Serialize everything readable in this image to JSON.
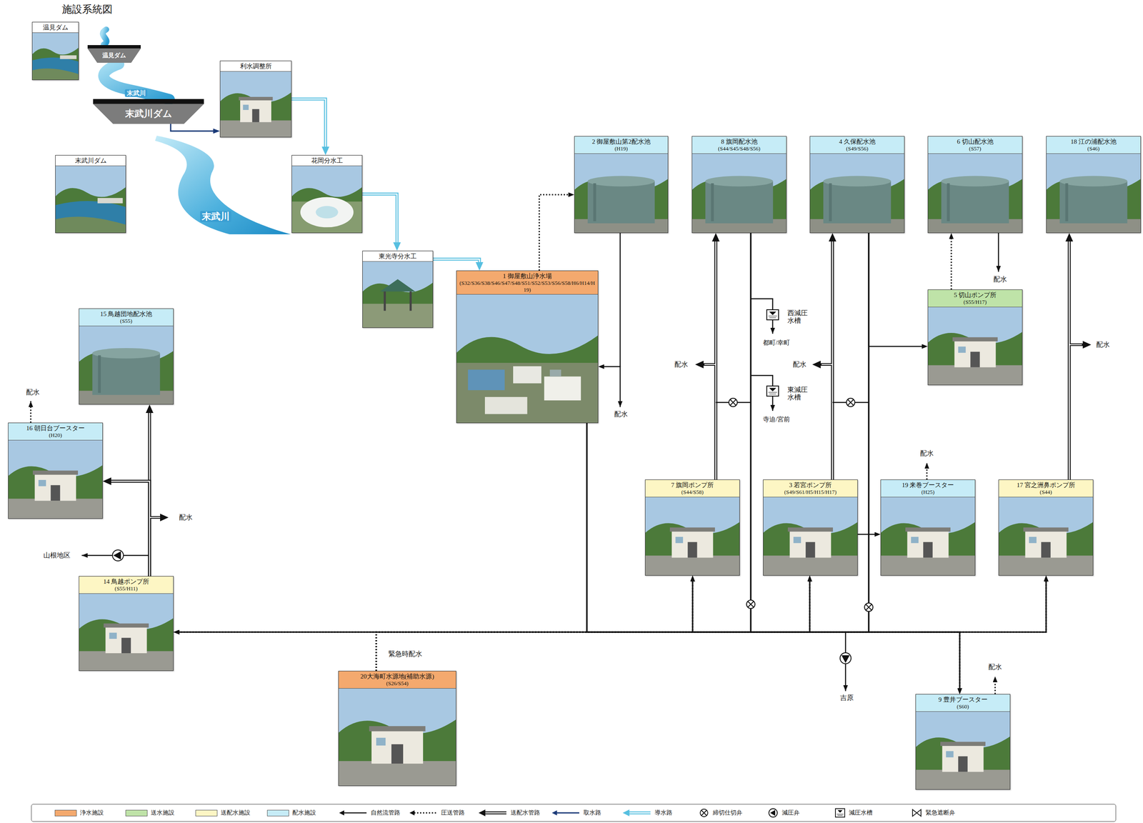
{
  "diagram": {
    "title": "施設系統図",
    "nodes": [
      {
        "text": [
          "温見ダム"
        ]
      },
      {
        "text": [
          "温見ダム"
        ]
      },
      {
        "text": [
          "利水調整所"
        ]
      },
      {
        "text": [
          "末武川ダム"
        ]
      },
      {
        "text": [
          "末武川ダム"
        ]
      },
      {
        "text": [
          "花岡分水工"
        ]
      },
      {
        "text": [
          "東光寺分水工"
        ]
      },
      {
        "text": [
          "2 御屋敷山第2配水池",
          "(H19)"
        ]
      },
      {
        "text": [
          "8 旗岡配水池",
          "(S44/S45/S48/S56)"
        ]
      },
      {
        "text": [
          "4 久保配水池",
          "(S49/S56)"
        ]
      },
      {
        "text": [
          "6 切山配水池",
          "(S57)"
        ]
      },
      {
        "text": [
          "18 江の浦配水池",
          "(S46)"
        ]
      },
      {
        "text": [
          "1 御屋敷山浄水場",
          "(S32/S36/S38/S46/S47/S48/S51/S52/S53/S56/S58/H6/H14/H19)"
        ]
      },
      {
        "text": [
          "5 切山ポンプ所",
          "(S55/H17)"
        ]
      },
      {
        "text": [
          "15 鳥越団地配水池",
          "(S55)"
        ]
      },
      {
        "text": [
          "16 朝日台ブースター",
          "(H20)"
        ]
      },
      {
        "text": [
          "7 旗岡ポンプ所",
          "(S44/S58)"
        ]
      },
      {
        "text": [
          "3 若宮ポンプ所",
          "(S49/S61/H5/H15/H17)"
        ]
      },
      {
        "text": [
          "19 来巻ブースター",
          "(H25)"
        ]
      },
      {
        "text": [
          "17 宮之洲鼻ポンプ所",
          "(S44)"
        ]
      },
      {
        "text": [
          "14 鳥越ポンプ所",
          "(S55/H11)"
        ]
      },
      {
        "text": [
          "20大海町水源地(補助水源)",
          "(S26/S54)"
        ]
      },
      {
        "text": [
          "9 豊井ブースター",
          "(S60)"
        ]
      }
    ],
    "edges": [
      {
        "from": 3,
        "to": 2,
        "arrow": "to"
      },
      {
        "from": 2,
        "to": 5,
        "arrow": "to"
      },
      {
        "from": 5,
        "to": 6,
        "arrow": "to"
      },
      {
        "from": 6,
        "to": 12,
        "arrow": "to"
      },
      {
        "from": 12,
        "to": 7,
        "arrow": "to"
      },
      {
        "from": 7,
        "to": 12,
        "arrow": "to"
      },
      {
        "from": 16,
        "to": 8,
        "arrow": "to"
      },
      {
        "from": 17,
        "to": 9,
        "arrow": "to"
      },
      {
        "from": 9,
        "to": 13,
        "arrow": "to"
      },
      {
        "from": 13,
        "to": 10,
        "arrow": "to"
      },
      {
        "from": 19,
        "to": 11,
        "arrow": "to"
      },
      {
        "from": 17,
        "to": 18,
        "arrow": "to"
      },
      {
        "from": 20,
        "to": 14,
        "arrow": "to"
      },
      {
        "from": 20,
        "to": 15,
        "arrow": "to"
      },
      {
        "from": 12,
        "to": 20,
        "arrow": "to"
      },
      {
        "from": 12,
        "to": 16,
        "arrow": "to"
      },
      {
        "from": 12,
        "to": 17,
        "arrow": "to"
      },
      {
        "from": 12,
        "to": 19,
        "arrow": "to"
      },
      {
        "from": 12,
        "to": 22,
        "arrow": "to"
      },
      {
        "from": 8,
        "to": 20,
        "arrow": "to"
      },
      {
        "from": 8,
        "to": 16,
        "arrow": "to"
      },
      {
        "from": 8,
        "to": 17,
        "arrow": "to"
      },
      {
        "from": 8,
        "to": 19,
        "arrow": "to"
      },
      {
        "from": 8,
        "to": 22,
        "arrow": "to"
      },
      {
        "from": 9,
        "to": 20,
        "arrow": "to"
      },
      {
        "from": 9,
        "to": 16,
        "arrow": "to"
      },
      {
        "from": 9,
        "to": 17,
        "arrow": "to"
      },
      {
        "from": 9,
        "to": 19,
        "arrow": "to"
      },
      {
        "from": 9,
        "to": 22,
        "arrow": "to"
      },
      {
        "from": 21,
        "to": 20,
        "arrow": "to"
      },
      {
        "from": 21,
        "to": 16,
        "arrow": "to"
      },
      {
        "from": 21,
        "to": 17,
        "arrow": "to"
      },
      {
        "from": 21,
        "to": 19,
        "arrow": "to"
      },
      {
        "from": 21,
        "to": 22,
        "arrow": "to"
      }
    ],
    "labels": [
      "末武川",
      "末武川",
      "西減圧水槽",
      "都町/幸町",
      "東減圧水槽",
      "寺迫/宮前",
      "配水",
      "配水",
      "配水",
      "配水",
      "配水",
      "配水",
      "配水",
      "配水",
      "配水",
      "山根地区",
      "吉原",
      "緊急時配水"
    ],
    "legend": [
      {
        "text": "浄水施設",
        "color": "#f4a96e"
      },
      {
        "text": "送水施設",
        "color": "#bfe3a8"
      },
      {
        "text": "送配水施設",
        "color": "#fdf6c4"
      },
      {
        "text": "配水施設",
        "color": "#c6ecf7"
      },
      {
        "text": "自然流管路"
      },
      {
        "text": "圧送管路"
      },
      {
        "text": "送配水管路"
      },
      {
        "text": "取水路"
      },
      {
        "text": "導水路"
      },
      {
        "text": "締切仕切弁"
      },
      {
        "text": "減圧弁"
      },
      {
        "text": "減圧水槽"
      },
      {
        "text": "緊急遮断弁"
      }
    ]
  }
}
